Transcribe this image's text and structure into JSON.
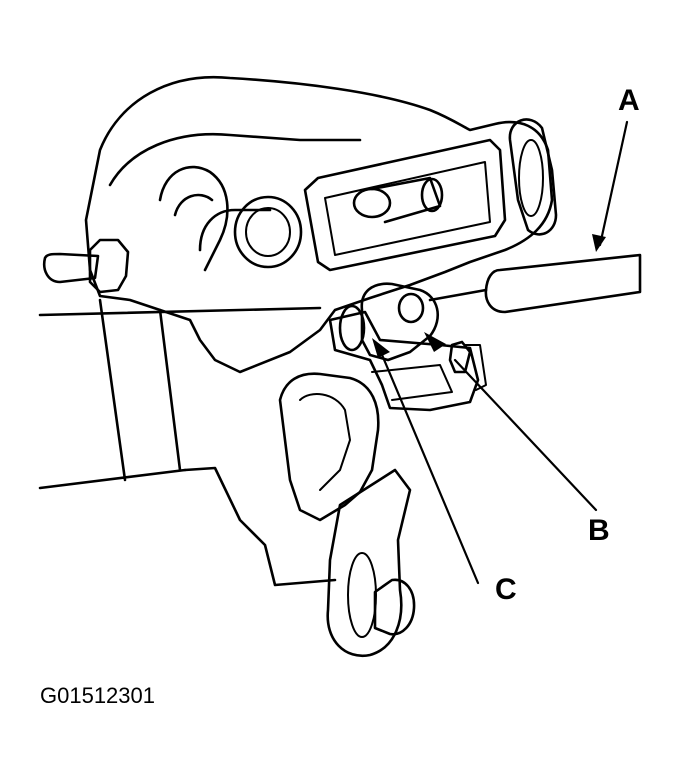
{
  "callouts": {
    "a": "A",
    "b": "B",
    "c": "C"
  },
  "figure_id": "G01512301",
  "colors": {
    "line": "#000000",
    "background": "#ffffff"
  }
}
